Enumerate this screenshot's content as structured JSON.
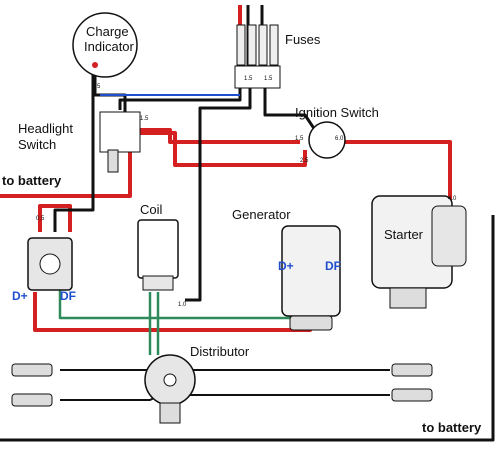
{
  "labels": {
    "charge_indicator_line1": "Charge",
    "charge_indicator_line2": "Indicator",
    "fuses": "Fuses",
    "headlight_switch_line1": "Headlight",
    "headlight_switch_line2": "Switch",
    "ignition_switch": "Ignition Switch",
    "to_battery_top": "to battery",
    "to_battery_bottom": "to battery",
    "coil": "Coil",
    "generator": "Generator",
    "starter": "Starter",
    "distributor": "Distributor"
  },
  "terminals": {
    "regulator_dplus": "D+",
    "regulator_df": "DF",
    "generator_dplus": "D+",
    "generator_df": "DF"
  },
  "wire_gauges": {
    "g05": "0.5",
    "g15": "1.5",
    "g10": "1.0",
    "g60": "6.0",
    "g25": "2.5",
    "g40": "4.0"
  },
  "wire_colors": {
    "red": "#d42020",
    "black": "#111111",
    "green": "#2e8a5a",
    "blue": "#1f4fcf"
  }
}
